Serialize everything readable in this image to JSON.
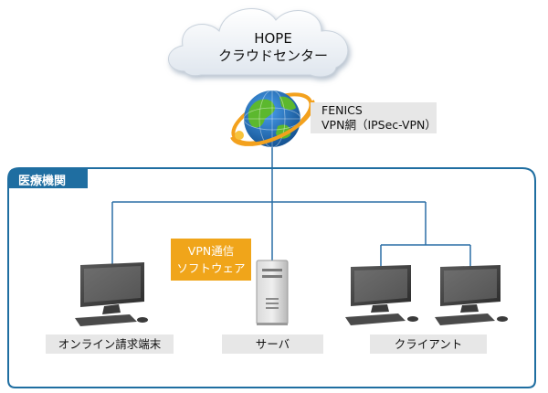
{
  "cloud": {
    "line1": "HOPE",
    "line2": "クラウドセンター"
  },
  "network": {
    "line1": "FENICS",
    "line2": "VPN網（IPSec-VPN）"
  },
  "organization": {
    "label": "医療機関"
  },
  "software": {
    "line1": "VPN通信",
    "line2": "ソフトウェア"
  },
  "devices": {
    "terminal": "オンライン請求端末",
    "server": "サーバ",
    "client": "クライアント"
  },
  "colors": {
    "line": "#2a6ea5",
    "tab": "#1f6ea1",
    "software_box": "#f0a51a",
    "label_bar": "#e7e7e7",
    "globe_ocean": "#1f6fc0",
    "globe_land": "#5cb82e",
    "orbit": "#f3a11d"
  },
  "icons": [
    "cloud-icon",
    "globe-icon",
    "pc-icon",
    "server-icon"
  ]
}
